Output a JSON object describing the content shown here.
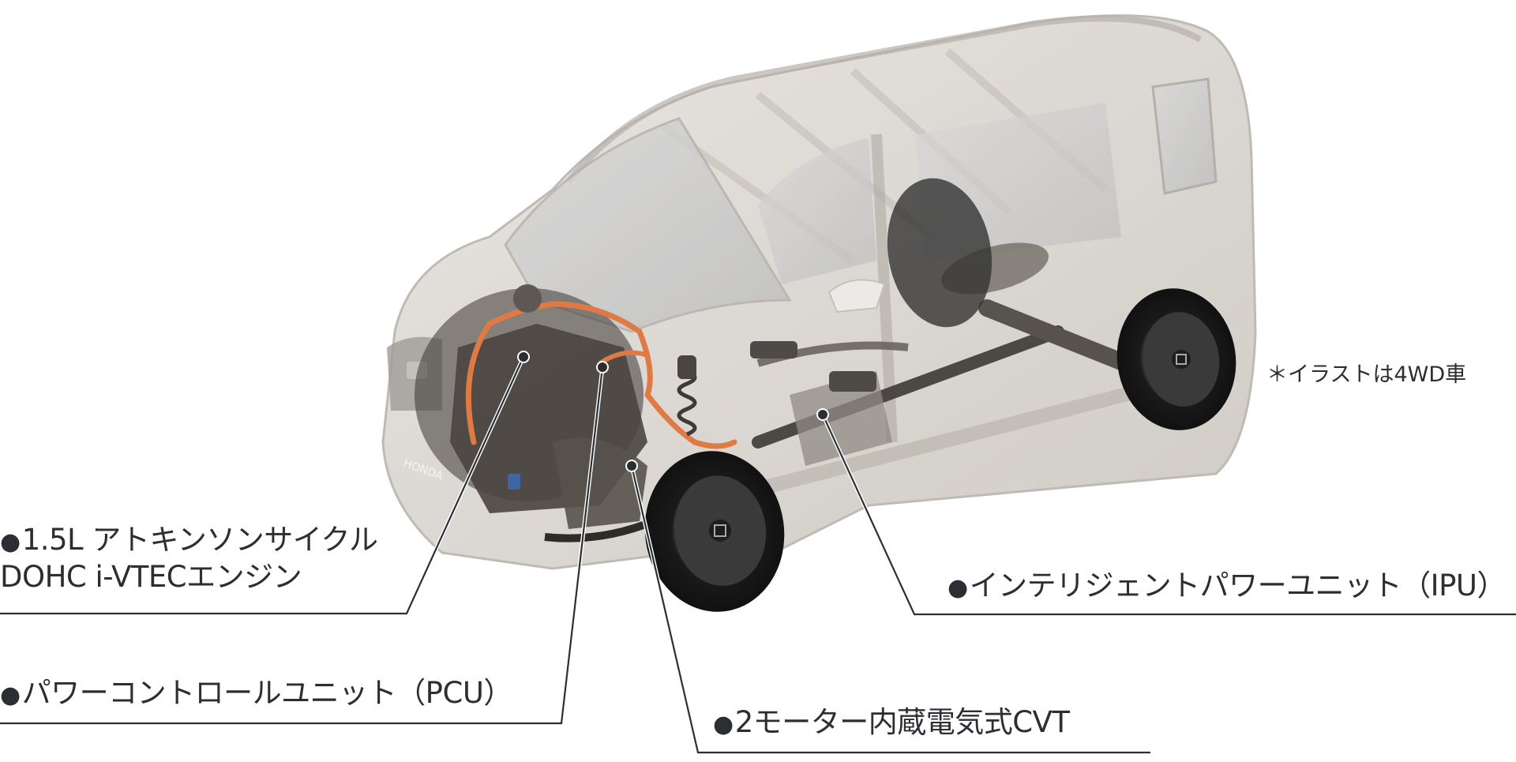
{
  "diagram": {
    "subject": "Hybrid 4WD minivan powertrain cutaway illustration",
    "note": "＊イラストは4WD車",
    "bullet": "●",
    "colors": {
      "text": "#2b2f33",
      "leader_line": "#2b2f33",
      "body_shell": "#d9d5cf",
      "body_frame": "#bdb7ae",
      "glass": "#c9c9c9",
      "engine": "#4a4541",
      "hv_cable": "#e07a45",
      "tire": "#1c1c1c",
      "wheel": "#3a3a3a",
      "background": "#ffffff"
    },
    "callouts": [
      {
        "id": "engine",
        "lines": [
          "1.5L アトキンソンサイクル",
          "DOHC i-VTECエンジン"
        ],
        "target": "engine block"
      },
      {
        "id": "pcu",
        "lines": [
          "パワーコントロールユニット（PCU）"
        ],
        "target": "power control unit atop engine"
      },
      {
        "id": "cvt",
        "lines": [
          "2モーター内蔵電気式CVT"
        ],
        "target": "transmission beside engine"
      },
      {
        "id": "ipu",
        "lines": [
          "インテリジェントパワーユニット（IPU）"
        ],
        "target": "battery unit under front seat floor"
      }
    ],
    "badge_text": "HONDA"
  }
}
